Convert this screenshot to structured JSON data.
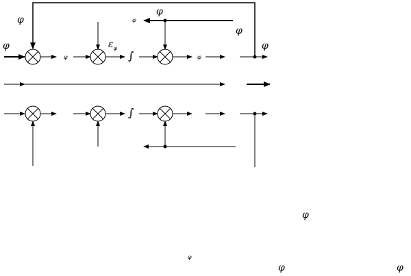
{
  "symbols": {
    "phi": "φ",
    "integral": "∫",
    "epsilon": "ε",
    "epsilon_subscript": "φ"
  },
  "colors": {
    "line": "#000000",
    "background": "#ffffff"
  },
  "icons": {
    "summing_junction": "circle-cross-icon",
    "node_dot": "junction-dot-icon"
  }
}
